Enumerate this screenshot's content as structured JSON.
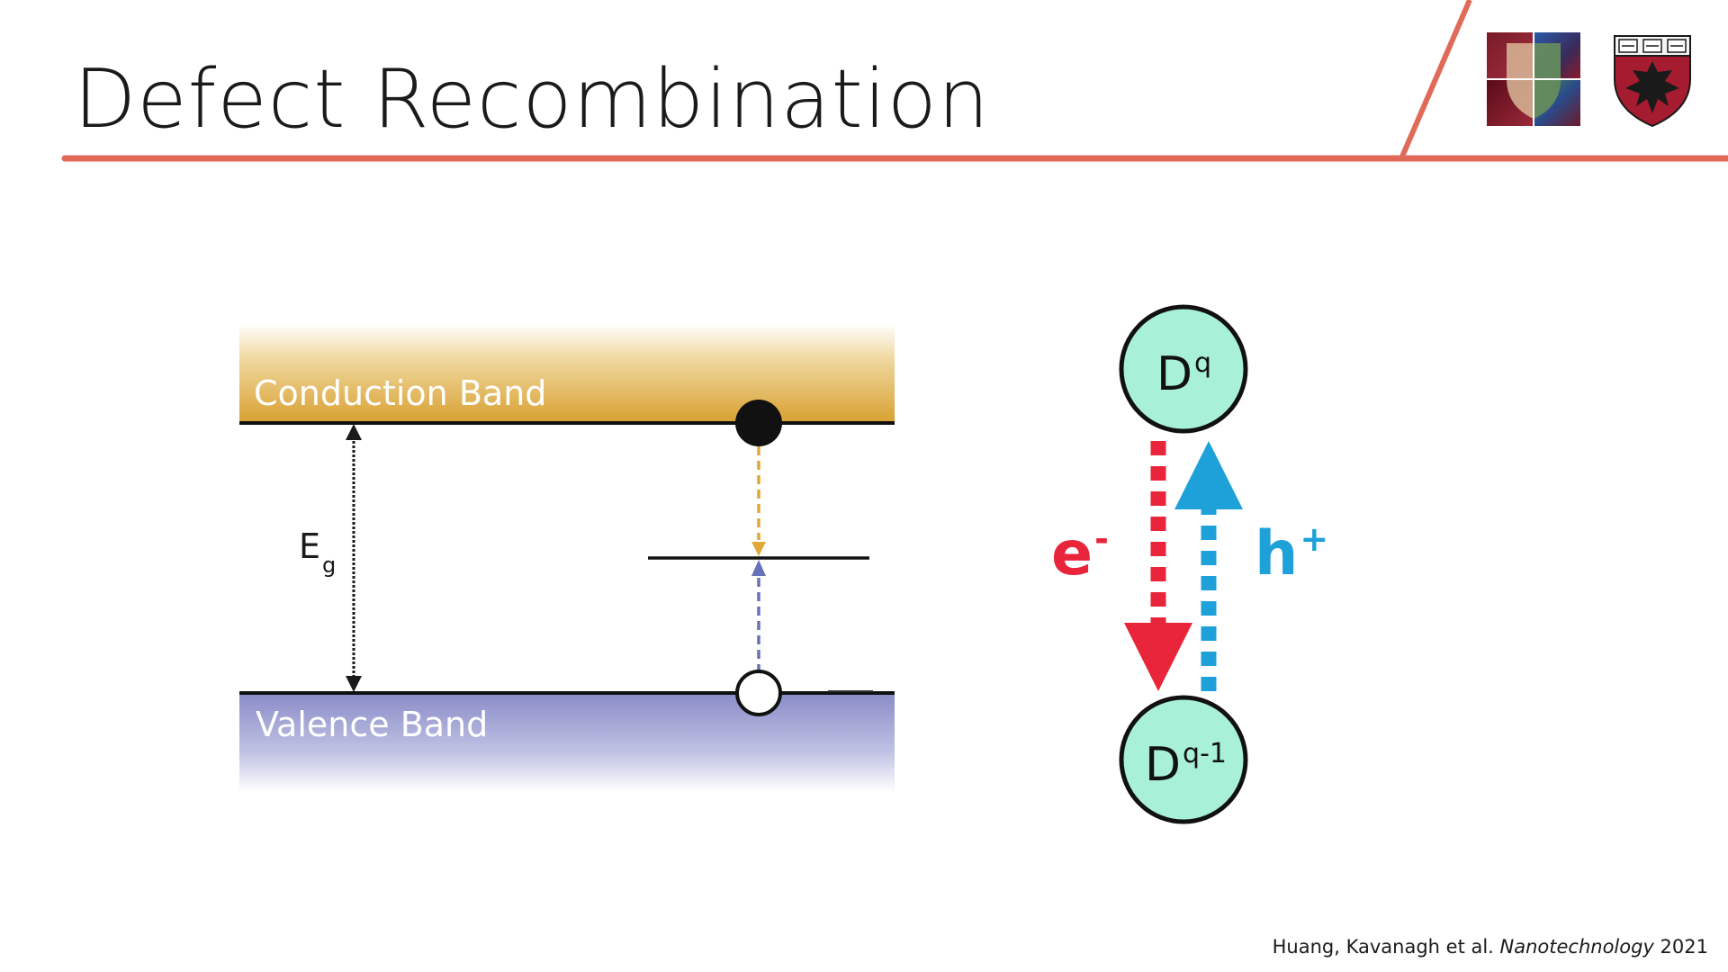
{
  "slide": {
    "title": "Defect Recombination"
  },
  "band_diagram": {
    "conduction_label": "Conduction Band",
    "valence_label": "Valence Band",
    "gap_label": "E",
    "gap_subscript": "g"
  },
  "defect_diagram": {
    "upper_state_base": "D",
    "upper_state_sup": "q",
    "lower_state_base": "D",
    "lower_state_sup": "q-1",
    "electron_base": "e",
    "electron_sup": "-",
    "hole_base": "h",
    "hole_sup": "+"
  },
  "citation": {
    "authors": "Huang, Kavanagh et al. ",
    "journal": "Nanotechnology",
    "year": " 2021"
  },
  "colors": {
    "accent_line": "#e06a58",
    "conduction_band": "#d8a030",
    "valence_band": "#8a8cc8",
    "defect_circle_fill": "#a8f0d8",
    "electron_arrow": "#e8253a",
    "hole_arrow": "#1ea0d8",
    "capture_electron_dash": "#e0a838",
    "capture_hole_dash": "#6870b8"
  }
}
